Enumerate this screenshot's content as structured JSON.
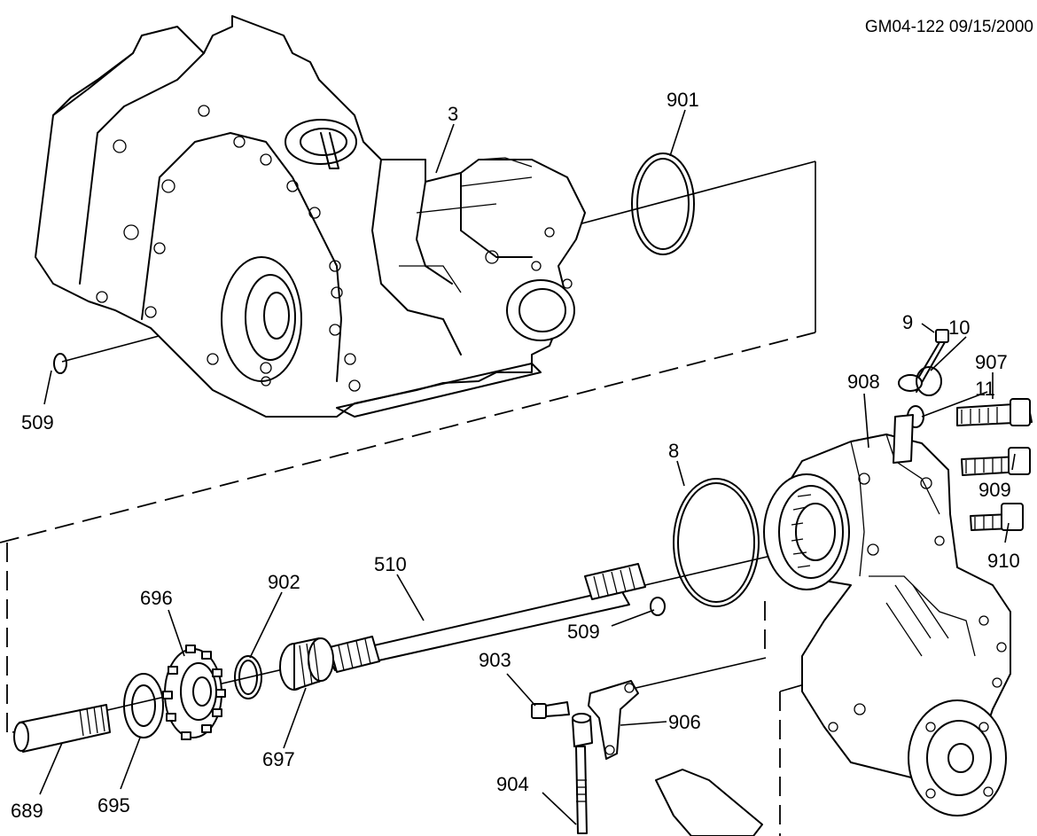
{
  "diagram": {
    "stamp": "GM04-122  09/15/2000",
    "callouts": {
      "c3": "3",
      "c901": "901",
      "c509a": "509",
      "c9": "9",
      "c10": "10",
      "c907": "907",
      "c908": "908",
      "c11": "11",
      "c8": "8",
      "c909": "909",
      "c910": "910",
      "c510": "510",
      "c696": "696",
      "c902": "902",
      "c509b": "509",
      "c903": "903",
      "c906": "906",
      "c697": "697",
      "c904": "904",
      "c689": "689",
      "c695": "695"
    }
  }
}
